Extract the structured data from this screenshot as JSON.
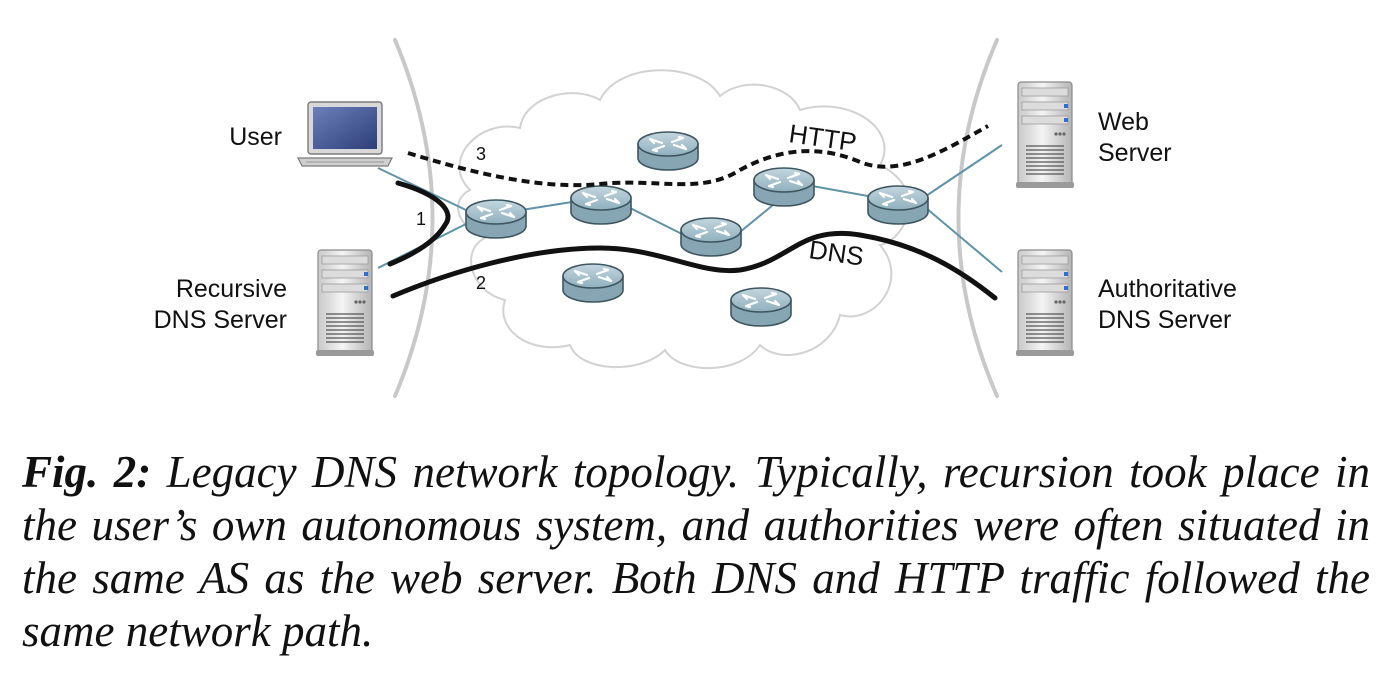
{
  "figure": {
    "labels": {
      "user": "User",
      "web_server_line1": "Web",
      "web_server_line2": "Server",
      "recursive_line1": "Recursive",
      "recursive_line2": "DNS Server",
      "authoritative_line1": "Authoritative",
      "authoritative_line2": "DNS Server"
    },
    "protocols": {
      "http": "HTTP",
      "dns": "DNS"
    },
    "steps": {
      "one": "1",
      "two": "2",
      "three": "3"
    },
    "colors": {
      "router_fill": "#a9c4d0",
      "router_stroke": "#3f5660",
      "link": "#5e93a8",
      "cloud_stroke": "#d2d2d2",
      "boundary": "#c8c8c8",
      "path": "#111111"
    }
  },
  "caption": {
    "label": "Fig. 2:",
    "text": " Legacy DNS network topology. Typically, recursion took place in the user’s own autonomous system, and authorities were often situated in the same AS as the web server. Both DNS and HTTP traffic followed the same network path."
  }
}
